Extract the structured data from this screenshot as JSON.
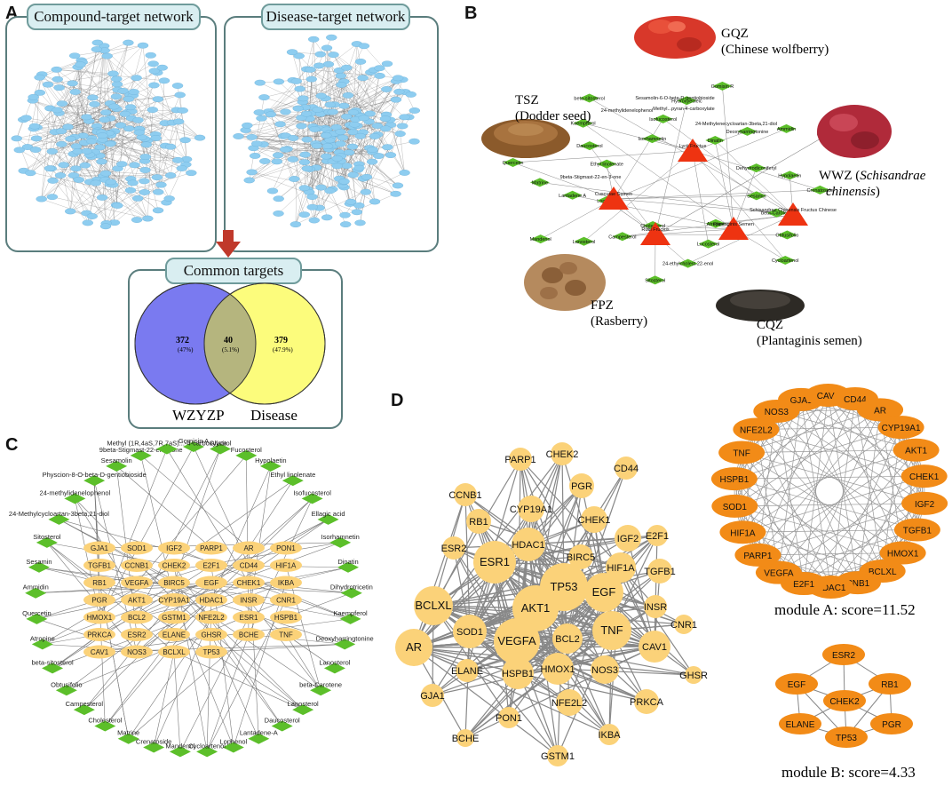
{
  "panels": {
    "a": {
      "label": "A",
      "compound_title": "Compound-target network",
      "disease_title": "Disease-target network"
    },
    "venn": {
      "title": "Common targets",
      "left": {
        "count": "372",
        "pct": "(47%)",
        "name": "WZYZP",
        "color": "#7a7af0"
      },
      "overlap": {
        "count": "40",
        "pct": "(5.1%)",
        "color": "#b5b57e"
      },
      "right": {
        "count": "379",
        "pct": "(47.9%)",
        "name": "Disease",
        "color": "#fcfc7c"
      }
    },
    "b": {
      "label": "B",
      "herbs": [
        {
          "abbr": "GQZ",
          "name": "(Chinese wolfberry)"
        },
        {
          "abbr": "TSZ",
          "name": "(Dodder seed)"
        },
        {
          "abbr": "WWZ (",
          "italic": "Schisandrae",
          "italic2": "chinensis",
          "close": ")"
        },
        {
          "abbr": "FPZ",
          "name": "(Rasberry)"
        },
        {
          "abbr": "CQZ",
          "name": "(Plantaginis semen)"
        }
      ],
      "herb_nodes": [
        "Lycii Fructus",
        "Cuscutae Semen",
        "Rubi Fructus",
        "Plantaginis Semen",
        "Schisandrae Chinensis Fructus Chinese"
      ],
      "compounds": [
        "Sesamin",
        "beta-Carotene",
        "Obtusifolio",
        "Cycloartenol",
        "Atropine",
        "Lucosterol",
        "24-ethylcholest-22-enol",
        "Sitosterol",
        "Cholesterol",
        "Campesterol",
        "Lanosterol",
        "Mandenol",
        "Lophenol",
        "Lantadene A",
        "Matrine",
        "Quercetin",
        "Ethyl linolenate",
        "Daucosterol",
        "Kaempferol",
        "beta-sitosterol",
        "Isorhamnetin",
        "Isofucosterol",
        "Hydroxyeoleic",
        "Gomisin R",
        "Dinatin",
        "Deoxyharringtonine",
        "Ammidin",
        "Ellagic acid",
        "Dehydrodiconiferyl",
        "Hypolaetin",
        "Crenatoside"
      ],
      "long_labels": [
        "Sesamolin-6-O-beta-D-gentiobioside",
        "24-methylidenelophenol",
        "Methyl...pyran-4-carboxylate",
        "24-Methylenecycloartan-3beta,21-diol",
        "9beta-Stigmast-22-en-3-one"
      ]
    },
    "c": {
      "label": "C",
      "outer": [
        "Gomisin A",
        "Glycitol",
        "Fucosterol",
        "Hypolaetin",
        "Ethyl linolenate",
        "Isofucosterol",
        "Ellagic acid",
        "Isorhamnetin",
        "Dinatin",
        "Dihydrotricetin",
        "Kaempferol",
        "Deoxyharringtonine",
        "Lanosterol",
        "beta-Carotene",
        "Lanosterol",
        "Daucosterol",
        "Lantadene-A",
        "Lophenol",
        "Cycloartenol",
        "Mandenol",
        "Crenatoside",
        "Matrine",
        "Cholesterol",
        "Campesterol",
        "Obtusifolio",
        "beta-sitosterol",
        "Atropine",
        "Quercetin",
        "Ammidin",
        "Sesamin",
        "Sitosterol",
        "24-Methylcycloartan-3beta,21-diol",
        "24-methylidenelophenol",
        "Physcion-8-O-beta-D-gentiobioside",
        "Sesamolin",
        "9beta-Stigmast-22-en-3-one",
        "Methyl (1R,4aS,7R,7aS)...-4-carboxylate"
      ],
      "grid": [
        "GJA1",
        "SOD1",
        "IGF2",
        "PARP1",
        "AR",
        "PON1",
        "TGFB1",
        "CCNB1",
        "CHEK2",
        "E2F1",
        "CD44",
        "HIF1A",
        "RB1",
        "VEGFA",
        "BIRC5",
        "EGF",
        "CHEK1",
        "IKBA",
        "PGR",
        "AKT1",
        "CYP19A1",
        "HDAC1",
        "INSR",
        "CNR1",
        "HMOX1",
        "BCL2",
        "GSTM1",
        "NFE2L2",
        "ESR1",
        "HSPB1",
        "PRKCA",
        "ESR2",
        "ELANE",
        "GHSR",
        "BCHE",
        "TNF",
        "CAV1",
        "NOS3",
        "BCLXL",
        "TP53"
      ]
    },
    "d": {
      "label": "D",
      "nodes": [
        {
          "id": "PARP1"
        },
        {
          "id": "CHEK2"
        },
        {
          "id": "PGR"
        },
        {
          "id": "CD44"
        },
        {
          "id": "CCNB1"
        },
        {
          "id": "CYP19A1"
        },
        {
          "id": "CHEK1"
        },
        {
          "id": "RB1"
        },
        {
          "id": "IGF2"
        },
        {
          "id": "E2F1"
        },
        {
          "id": "ESR2"
        },
        {
          "id": "HDAC1"
        },
        {
          "id": "BIRC5"
        },
        {
          "id": "HIF1A"
        },
        {
          "id": "TGFB1"
        },
        {
          "id": "ESR1"
        },
        {
          "id": "TP53"
        },
        {
          "id": "EGF"
        },
        {
          "id": "BCLXL"
        },
        {
          "id": "AKT1"
        },
        {
          "id": "INSR"
        },
        {
          "id": "CNR1"
        },
        {
          "id": "SOD1"
        },
        {
          "id": "TNF"
        },
        {
          "id": "BCL2"
        },
        {
          "id": "AR"
        },
        {
          "id": "VEGFA"
        },
        {
          "id": "CAV1"
        },
        {
          "id": "ELANE"
        },
        {
          "id": "HMOX1"
        },
        {
          "id": "NOS3"
        },
        {
          "id": "HSPB1"
        },
        {
          "id": "GHSR"
        },
        {
          "id": "GJA1"
        },
        {
          "id": "NFE2L2"
        },
        {
          "id": "PRKCA"
        },
        {
          "id": "PON1"
        },
        {
          "id": "IKBA"
        },
        {
          "id": "BCHE"
        },
        {
          "id": "GSTM1"
        }
      ],
      "module_a": {
        "caption": "module A: score=11.52",
        "nodes": [
          "GJA1",
          "CAV1",
          "CD44",
          "AR",
          "CYP19A1",
          "AKT1",
          "CHEK1",
          "IGF2",
          "TGFB1",
          "HMOX1",
          "BCLXL",
          "CNB1",
          "HDAC1",
          "E2F1",
          "VEGFA",
          "PARP1",
          "HIF1A",
          "SOD1",
          "HSPB1",
          "TNF",
          "NFE2L2",
          "NOS3"
        ]
      },
      "module_b": {
        "caption": "module B: score=4.33",
        "nodes": [
          "ESR2",
          "EGF",
          "RB1",
          "CHEK2",
          "ELANE",
          "TP53",
          "PGR"
        ]
      }
    }
  },
  "colors": {
    "network_node": "#8ecdf0",
    "compound": "#5cbf2a",
    "target": "#fbd279",
    "herb": "#ee3311",
    "module": "#f28b17",
    "edge": "#8a8a8a"
  }
}
